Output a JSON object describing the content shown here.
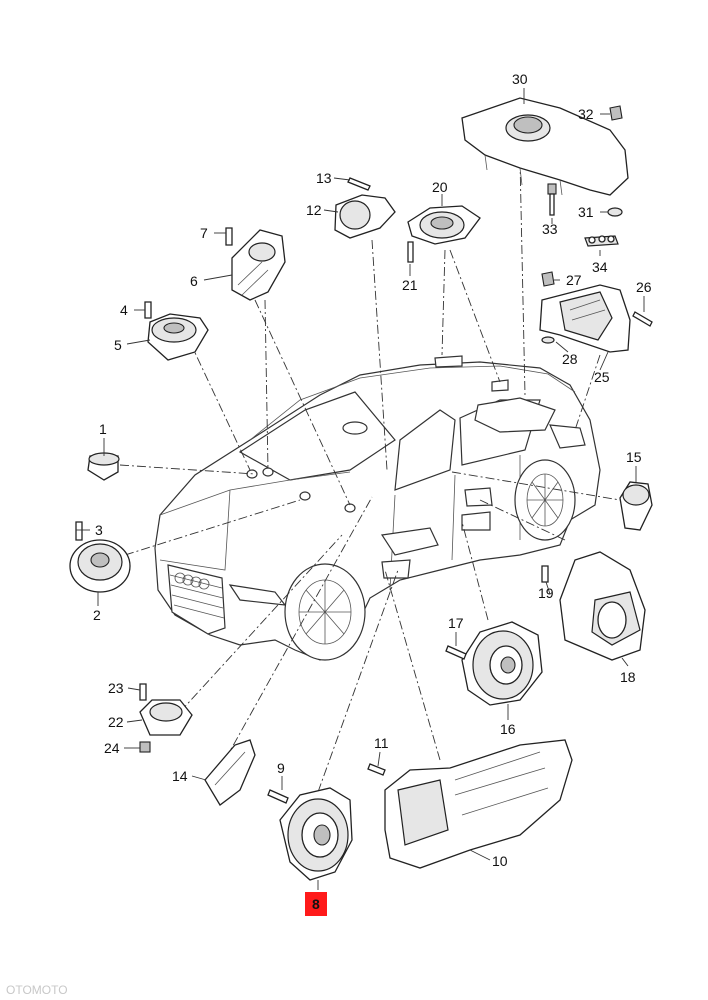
{
  "diagram": {
    "highlighted_part": "8",
    "highlight_color": "#ff1a1a",
    "line_color": "#333333",
    "watermark": "OTOMOTO",
    "labels": [
      {
        "id": "1",
        "text": "1"
      },
      {
        "id": "2",
        "text": "2"
      },
      {
        "id": "3",
        "text": "3"
      },
      {
        "id": "4",
        "text": "4"
      },
      {
        "id": "5",
        "text": "5"
      },
      {
        "id": "6",
        "text": "6"
      },
      {
        "id": "7",
        "text": "7"
      },
      {
        "id": "8",
        "text": "8"
      },
      {
        "id": "9",
        "text": "9"
      },
      {
        "id": "10",
        "text": "10"
      },
      {
        "id": "11",
        "text": "11"
      },
      {
        "id": "12",
        "text": "12"
      },
      {
        "id": "13",
        "text": "13"
      },
      {
        "id": "14",
        "text": "14"
      },
      {
        "id": "15",
        "text": "15"
      },
      {
        "id": "16",
        "text": "16"
      },
      {
        "id": "17",
        "text": "17"
      },
      {
        "id": "18",
        "text": "18"
      },
      {
        "id": "19",
        "text": "19"
      },
      {
        "id": "20",
        "text": "20"
      },
      {
        "id": "21",
        "text": "21"
      },
      {
        "id": "22",
        "text": "22"
      },
      {
        "id": "23",
        "text": "23"
      },
      {
        "id": "24",
        "text": "24"
      },
      {
        "id": "25",
        "text": "25"
      },
      {
        "id": "26",
        "text": "26"
      },
      {
        "id": "27",
        "text": "27"
      },
      {
        "id": "28",
        "text": "28"
      },
      {
        "id": "30",
        "text": "30"
      },
      {
        "id": "31",
        "text": "31"
      },
      {
        "id": "32",
        "text": "32"
      },
      {
        "id": "33",
        "text": "33"
      },
      {
        "id": "34",
        "text": "34"
      }
    ]
  }
}
